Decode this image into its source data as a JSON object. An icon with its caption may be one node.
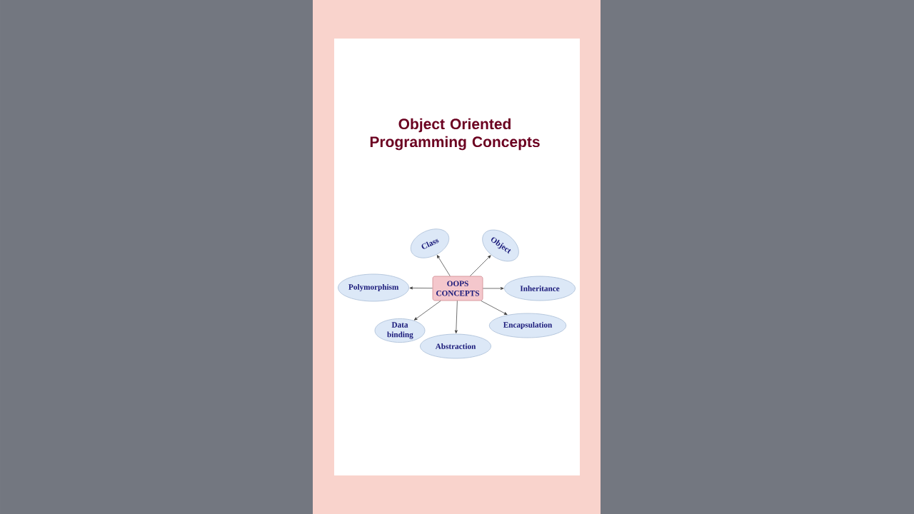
{
  "diagram": {
    "title": "Object Oriented Programming Concepts",
    "nodes": [
      {
        "text": [
          "OOPS CONCEPTS"
        ]
      },
      {
        "text": [
          "Class"
        ]
      },
      {
        "text": [
          "Object"
        ]
      },
      {
        "text": [
          "Polymorphism"
        ]
      },
      {
        "text": [
          "Inheritance"
        ]
      },
      {
        "text": [
          "Data binding"
        ]
      },
      {
        "text": [
          "Encapsulation"
        ]
      },
      {
        "text": [
          "Abstraction"
        ]
      }
    ],
    "edges": [
      {
        "from": 0,
        "to": 1,
        "arrow": "to"
      },
      {
        "from": 0,
        "to": 2,
        "arrow": "to"
      },
      {
        "from": 0,
        "to": 3,
        "arrow": "to"
      },
      {
        "from": 0,
        "to": 4,
        "arrow": "to"
      },
      {
        "from": 0,
        "to": 5,
        "arrow": "to"
      },
      {
        "from": 0,
        "to": 6,
        "arrow": "to"
      },
      {
        "from": 0,
        "to": 7,
        "arrow": "to"
      }
    ]
  }
}
